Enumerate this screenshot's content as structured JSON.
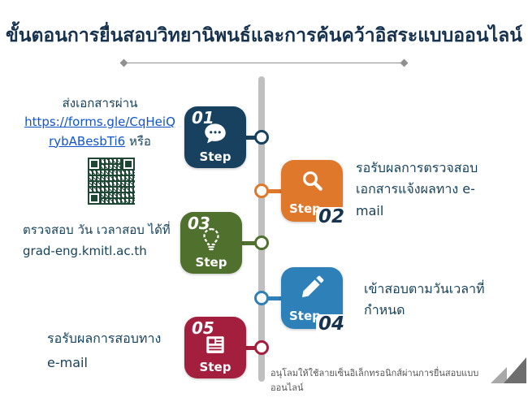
{
  "title": "ขั้นตอนการยื่นสอบวิทยานิพนธ์และการค้นคว้าอิสระแบบออนไลน์",
  "footnote": "อนุโลมให้ใช้ลายเซ็นอิเล็กทรอนิกส์ผ่านการยื่นสอบแบบออนไลน์",
  "colors": {
    "step1": "#17415f",
    "step2": "#e0782b",
    "step3": "#50702e",
    "step4": "#2e80b9",
    "step5": "#a41e3e",
    "title_text": "#16324e",
    "body_text": "#17425c",
    "link": "#1155cc",
    "timeline": "#bfbfbf",
    "qr": "#1d4635"
  },
  "steps": {
    "s1": {
      "number": "01",
      "label": "Step",
      "icon": "chat-icon",
      "text_before_link": "ส่งเอกสารผ่าน",
      "link": "https://forms.gle/CqHeiQrybABesbTi6",
      "text_after_link": "หรือ"
    },
    "s2": {
      "number": "02",
      "label": "Step",
      "icon": "search-icon",
      "text": "รอรับผลการตรวจสอบเอกสารแจ้งผลทาง e-mail"
    },
    "s3": {
      "number": "03",
      "label": "Step",
      "icon": "lightbulb-icon",
      "text": "ตรวจสอบ วัน เวลาสอบ ได้ที่ grad-eng.kmitl.ac.th"
    },
    "s4": {
      "number": "04",
      "label": "Step",
      "icon": "pencil-icon",
      "text": "เข้าสอบตามวันเวลาที่กำหนด"
    },
    "s5": {
      "number": "05",
      "label": "Step",
      "icon": "newspaper-icon",
      "text": "รอรับผลการสอบทาง e-mail"
    }
  }
}
